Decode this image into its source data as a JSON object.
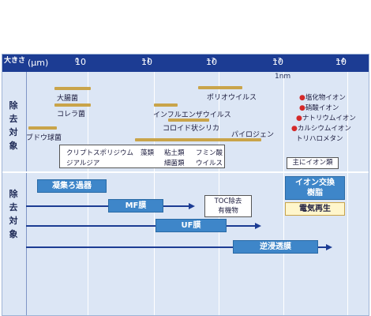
{
  "header": {
    "size_label": "大きさ",
    "unit": "(μm)",
    "ticks": [
      {
        "base": "10",
        "exp": "0"
      },
      {
        "base": "10",
        "exp": "−1"
      },
      {
        "base": "10",
        "exp": "−2"
      },
      {
        "base": "10",
        "exp": "−3"
      },
      {
        "base": "10",
        "exp": "−4"
      }
    ],
    "nm_label": "1nm"
  },
  "side_labels": {
    "top": [
      "除",
      "去",
      "対",
      "象"
    ],
    "bottom": [
      "除",
      "去",
      "対",
      "象"
    ]
  },
  "targets": {
    "ecoli": "大腸菌",
    "cholera": "コレラ菌",
    "grape": "ブドウ球菌",
    "polio": "ポリオウイルス",
    "influenza": "インフルエンザウイルス",
    "colloid": "コロイド状シリカ",
    "pyrogen": "パイロジェン"
  },
  "box_top": {
    "row1": [
      "クリプトスポリジウム",
      "藻類",
      "粘土類",
      "フミン酸"
    ],
    "row2": [
      "ジアルジア",
      "細菌類",
      "ウイルス"
    ]
  },
  "ions": [
    "塩化物イオン",
    "硝酸イオン",
    "ナトリウムイオン",
    "カルシウムイオン",
    "トリハロメタン"
  ],
  "ion_box": "主にイオン類",
  "methods": {
    "coagulation": "凝集ろ過器",
    "mf": "MF膜",
    "uf": "UF膜",
    "ro": "逆浸透膜",
    "ion_exchange": [
      "イオン交換",
      "樹脂"
    ],
    "edi": "電気再生",
    "toc": [
      "TOC除去",
      "有機物"
    ]
  },
  "colors": {
    "header": "#1c3c93",
    "panel": "#dce6f5",
    "button": "#3e86c9",
    "gold": "#c9a44a",
    "dot": "#d42a2a"
  }
}
